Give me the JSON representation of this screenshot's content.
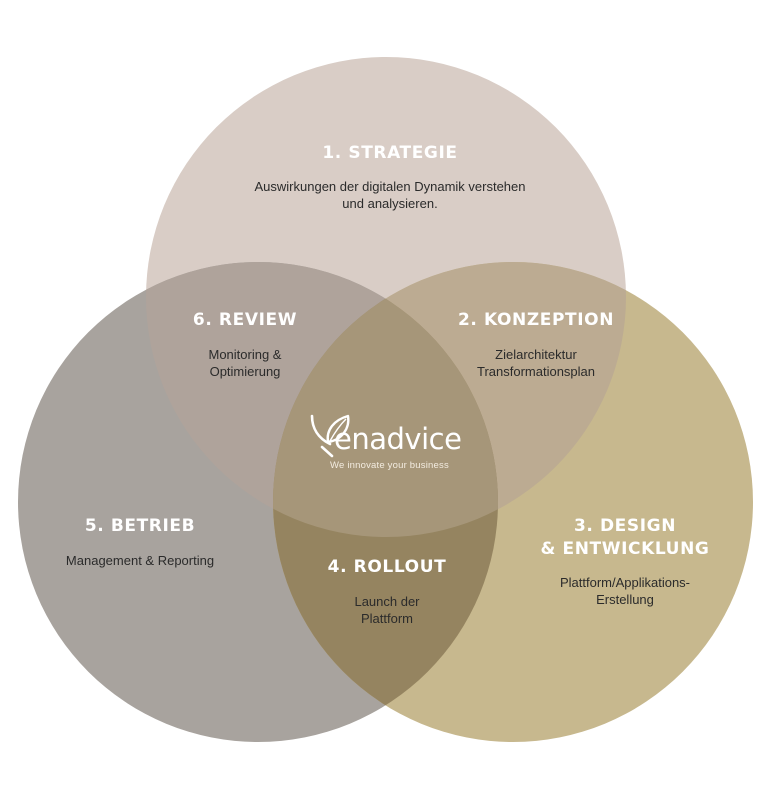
{
  "colors": {
    "strategie": "#d9cdc6",
    "betrieb": "#a8a39e",
    "design": "#c7b88e",
    "review": "#afa39b",
    "konzeption": "#bcab92",
    "rollout": "#958460",
    "center": "#a69679"
  },
  "segments": {
    "strategie": {
      "title": "1. STRATEGIE",
      "desc": [
        "Auswirkungen der digitalen Dynamik verstehen",
        "und analysieren."
      ]
    },
    "konzeption": {
      "title": "2. KONZEPTION",
      "desc": [
        "Zielarchitektur",
        "Transformationsplan"
      ]
    },
    "design": {
      "title": [
        "3. DESIGN",
        "& ENTWICKLUNG"
      ],
      "desc": [
        "Plattform/Applikations-",
        "Erstellung"
      ]
    },
    "rollout": {
      "title": "4. ROLLOUT",
      "desc": [
        "Launch der",
        "Plattform"
      ]
    },
    "betrieb": {
      "title": "5. BETRIEB",
      "desc": [
        "Management & Reporting"
      ]
    },
    "review": {
      "title": "6. REVIEW",
      "desc": [
        "Monitoring &",
        "Optimierung"
      ]
    }
  },
  "logo": {
    "name": "enadvice",
    "tagline": "We innovate your business",
    "icon": "leaf-icon"
  }
}
